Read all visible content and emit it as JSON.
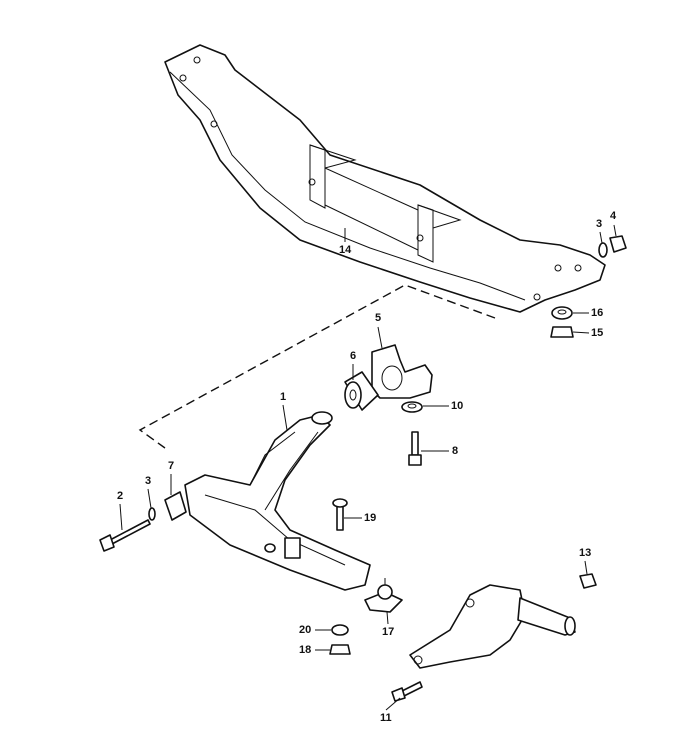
{
  "diagram": {
    "title": "Front axle crossmember and lower control arm exploded view",
    "callouts": [
      {
        "id": "c14",
        "label": "14",
        "part": "crossmember"
      },
      {
        "id": "c3a",
        "label": "3",
        "part": "washer"
      },
      {
        "id": "c4",
        "label": "4",
        "part": "nut"
      },
      {
        "id": "c16",
        "label": "16",
        "part": "washer"
      },
      {
        "id": "c15",
        "label": "15",
        "part": "nut"
      },
      {
        "id": "c5",
        "label": "5",
        "part": "bushing-clamp"
      },
      {
        "id": "c6",
        "label": "6",
        "part": "bushing"
      },
      {
        "id": "c10",
        "label": "10",
        "part": "washer"
      },
      {
        "id": "c8",
        "label": "8",
        "part": "bolt"
      },
      {
        "id": "c1",
        "label": "1",
        "part": "control-arm"
      },
      {
        "id": "c7",
        "label": "7",
        "part": "bushing"
      },
      {
        "id": "c2",
        "label": "2",
        "part": "bolt"
      },
      {
        "id": "c3b",
        "label": "3",
        "part": "washer"
      },
      {
        "id": "c19",
        "label": "19",
        "part": "bolt"
      },
      {
        "id": "c13",
        "label": "13",
        "part": "nut"
      },
      {
        "id": "c17",
        "label": "17",
        "part": "ball-joint"
      },
      {
        "id": "c20",
        "label": "20",
        "part": "lock-washer"
      },
      {
        "id": "c18",
        "label": "18",
        "part": "nut"
      },
      {
        "id": "c11",
        "label": "11",
        "part": "bolt"
      }
    ]
  }
}
